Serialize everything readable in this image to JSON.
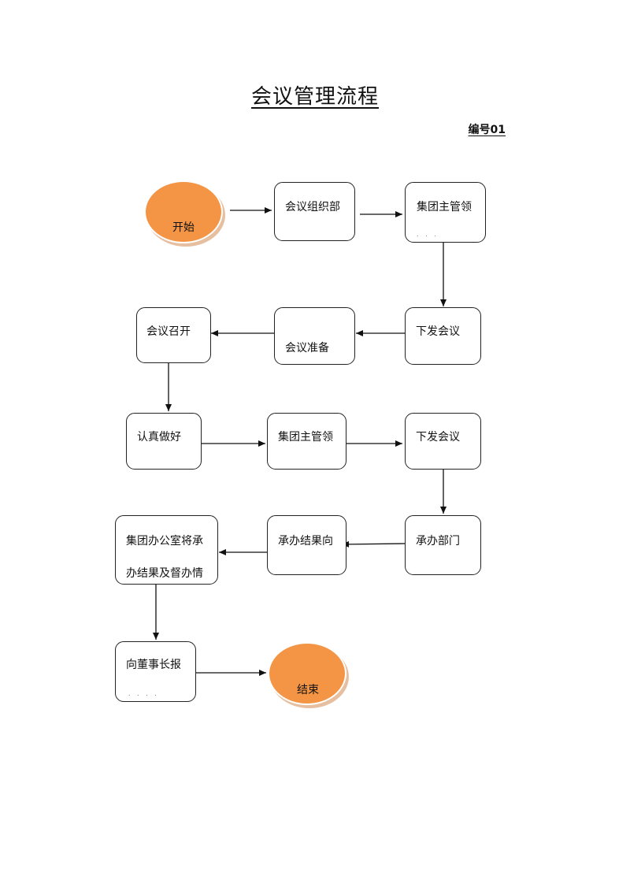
{
  "document": {
    "title": "会议管理流程",
    "number": "编号01"
  },
  "flow": {
    "start": "开始",
    "end": "结束",
    "steps": {
      "meeting_organizer": "会议组织部",
      "group_leader_1": "集团主管领",
      "issue_notice_1": "下发会议",
      "meeting_prep": "会议准备",
      "meeting_held": "会议召开",
      "do_well": "认真做好",
      "group_leader_2": "集团主管领",
      "issue_notice_2": "下发会议",
      "undertaking_dept": "承办部门",
      "report_results": "承办结果向",
      "office_line1": "集团办公室将承",
      "office_line2": "办结果及督办情",
      "report_chairman": "向董事长报"
    },
    "connections": [
      [
        "start",
        "meeting_organizer"
      ],
      [
        "meeting_organizer",
        "group_leader_1"
      ],
      [
        "group_leader_1",
        "issue_notice_1"
      ],
      [
        "issue_notice_1",
        "meeting_prep"
      ],
      [
        "meeting_prep",
        "meeting_held"
      ],
      [
        "meeting_held",
        "do_well"
      ],
      [
        "do_well",
        "group_leader_2"
      ],
      [
        "group_leader_2",
        "issue_notice_2"
      ],
      [
        "issue_notice_2",
        "undertaking_dept"
      ],
      [
        "undertaking_dept",
        "report_results"
      ],
      [
        "report_results",
        "office"
      ],
      [
        "office",
        "report_chairman"
      ],
      [
        "report_chairman",
        "end"
      ]
    ],
    "colors": {
      "terminal_fill": "#f39544",
      "terminal_shadow": "#e6bfa0",
      "line": "#111111"
    }
  }
}
